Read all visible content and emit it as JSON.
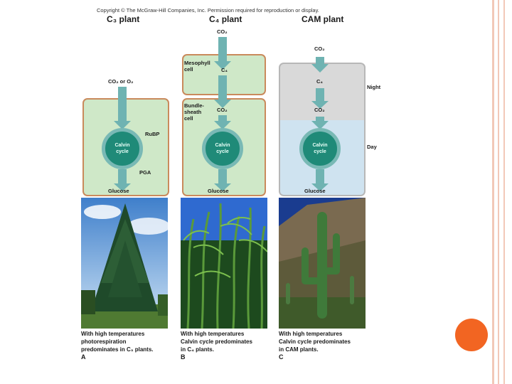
{
  "copyright": "Copyright © The McGraw-Hill Companies, Inc. Permission required for reproduction or display.",
  "titles": {
    "c3": "C₃ plant",
    "c4": "C₄ plant",
    "cam": "CAM plant"
  },
  "labels": {
    "c3_input": "CO₂ or O₂",
    "rubp": "RuBP",
    "pga": "PGA",
    "c4_co2_top": "CO₂",
    "mesophyll": "Mesophyll",
    "cell": "cell",
    "c4_mid": "C₄",
    "bundle1": "Bundle-",
    "bundle2": "sheath",
    "bundle3": "cell",
    "c4_co2_bundle": "CO₂",
    "cam_co2_top": "CO₂",
    "cam_c4": "C₄",
    "cam_co2_mid": "CO₂",
    "night": "Night",
    "day": "Day",
    "calvin1": "Calvin",
    "calvin2": "cycle",
    "glucose": "Glucose"
  },
  "captions": {
    "a": {
      "l1": "With high temperatures",
      "l2": "photorespiration",
      "l3": "predominates in C₃ plants.",
      "letter": "A"
    },
    "b": {
      "l1": "With high temperatures",
      "l2": "Calvin cycle predominates",
      "l3": "in C₄ plants.",
      "letter": "B"
    },
    "c": {
      "l1": "With high temperatures",
      "l2": "Calvin cycle predominates",
      "l3": "in CAM plants.",
      "letter": "C"
    }
  },
  "photos": {
    "a": "evergreen-tree-photo",
    "b": "corn-field-photo",
    "c": "saguaro-cactus-photo"
  },
  "colors": {
    "cell_fill": "#cfe8c8",
    "cell_border": "#c98a5c",
    "arrow": "#6fb3b2",
    "cycle": "#1f8a78",
    "night_fill": "#d9d9d9",
    "day_fill": "#cfe3f0",
    "accent_dot": "#f26522"
  }
}
